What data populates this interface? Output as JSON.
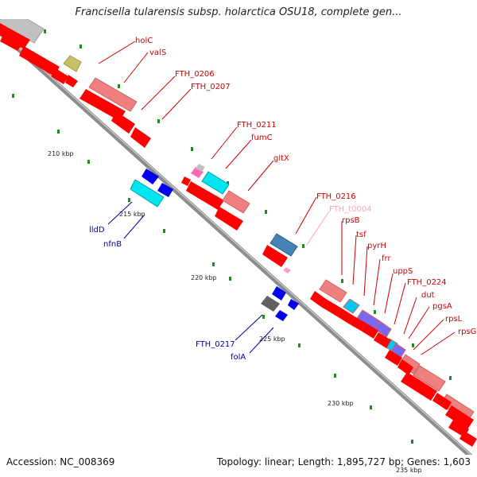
{
  "title": "Francisella tularensis subsp. holarctica OSU18, complete gen...",
  "footer": {
    "accession": "Accession: NC_008369",
    "summary": "Topology: linear; Length: 1,895,727 bp; Genes: 1,603"
  },
  "colors": {
    "cds": "#ff0000",
    "gene": "#f08080",
    "trna": "#ff69b4",
    "minus_cds": "#0000ff",
    "backbone": "#8c8c8c",
    "cyan": "#00e5ee",
    "steel": "#4682b4",
    "label_plus": "#cc0000",
    "label_minus": "#0000aa",
    "tick_dot": "#228b22"
  },
  "ticks": [
    {
      "label": "210 kbp"
    },
    {
      "label": "215 kbp"
    },
    {
      "label": "220 kbp"
    },
    {
      "label": "225 kbp"
    },
    {
      "label": "230 kbp"
    },
    {
      "label": "235 kbp"
    }
  ],
  "plus_labels": [
    "holC",
    "valS",
    "FTH_0206",
    "FTH_0207",
    "FTH_0211",
    "fumC",
    "gltX",
    "FTH_0216",
    "FTH_t0004",
    "rpsB",
    "tsf",
    "pyrH",
    "frr",
    "uppS",
    "FTH_0224",
    "dut",
    "pgsA",
    "rpsL",
    "rpsG"
  ],
  "minus_labels": [
    "lldD",
    "nfnB",
    "FTH_0217",
    "folA"
  ]
}
